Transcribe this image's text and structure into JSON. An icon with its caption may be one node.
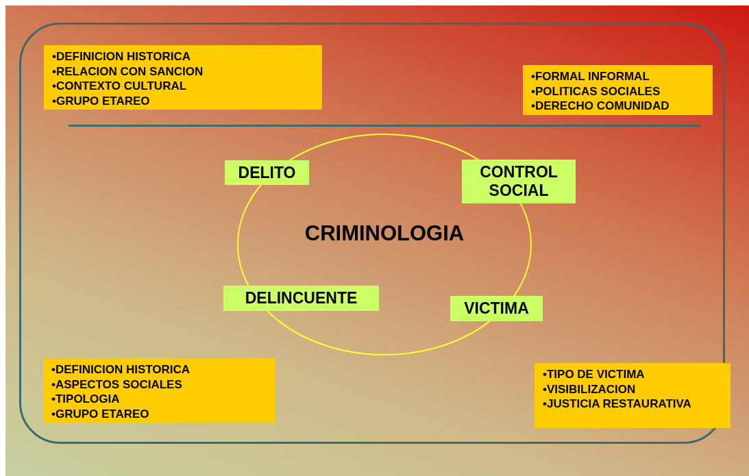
{
  "diagram": {
    "nodes": [
      {
        "text": [
          "•DEFINICION HISTORICA",
          "•RELACION CON SANCION",
          "•CONTEXTO CULTURAL",
          "•GRUPO ETAREO"
        ]
      },
      {
        "text": [
          "•FORMAL INFORMAL",
          "•POLITICAS SOCIALES",
          "•DERECHO COMUNIDAD"
        ]
      },
      {
        "text": [
          "CRIMINOLOGIA"
        ]
      },
      {
        "text": [
          "DELITO"
        ]
      },
      {
        "text": [
          "CONTROL SOCIAL"
        ]
      },
      {
        "text": [
          "DELINCUENTE"
        ]
      },
      {
        "text": [
          "VICTIMA"
        ]
      },
      {
        "text": [
          "•DEFINICION HISTORICA",
          "•ASPECTOS SOCIALES",
          "•TIPOLOGIA",
          "•GRUPO ETAREO"
        ]
      },
      {
        "text": [
          "•TIPO DE VICTIMA",
          "•VISIBILIZACION",
          "•JUSTICIA RESTAURATIVA"
        ]
      }
    ],
    "edges": []
  }
}
